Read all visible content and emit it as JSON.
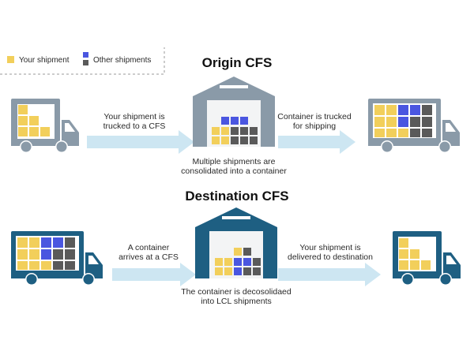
{
  "legend": {
    "your_shipment": "Your shipment",
    "other_shipments": "Other shipments"
  },
  "origin": {
    "title": "Origin CFS",
    "step1": [
      "Your shipment is",
      "trucked to a CFS"
    ],
    "step2": [
      "Multiple shipments are",
      "consolidated into a container"
    ],
    "step3": [
      "Container is trucked",
      "for shipping"
    ]
  },
  "destination": {
    "title": "Destination CFS",
    "step1": [
      "A container",
      "arrives at a CFS"
    ],
    "step2": [
      "The container is decosolidaed",
      "into LCL shipments"
    ],
    "step3": [
      "Your shipment is",
      "delivered to destination"
    ]
  },
  "colors": {
    "yellow": "#f2cf5b",
    "blue": "#4a56e0",
    "gray": "#5a5a5a",
    "origin_vehicle": "#8a9aa8",
    "destination_vehicle": "#1e5f82",
    "arrow": "#cde6f2",
    "warehouse_inner": "#f3f4f5"
  }
}
